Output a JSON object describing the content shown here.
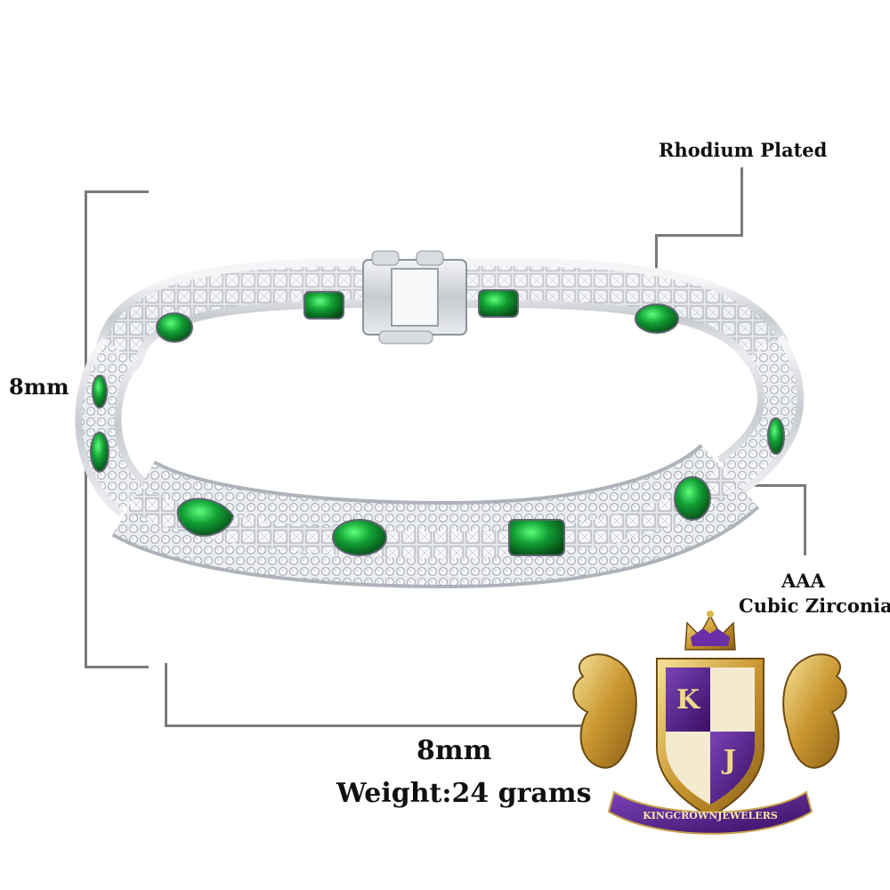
{
  "labels": {
    "rhodium": "Rhodium Plated",
    "aaa": "AAA",
    "cubic_zirconia": "Cubic Zirconia",
    "height_dim": "8mm",
    "width_dim": "8mm",
    "weight": "Weight:24 grams"
  },
  "logo": {
    "letters": [
      "K",
      "J"
    ],
    "ribbon_text": "KINGCROWNJEWELERS"
  },
  "colors": {
    "stone_green": "#0f8a2a",
    "metal": "#c9ccd2",
    "shield_purple": "#4b1a78",
    "gold": "#c9a24a",
    "leader_line": "#7a7a7a"
  }
}
